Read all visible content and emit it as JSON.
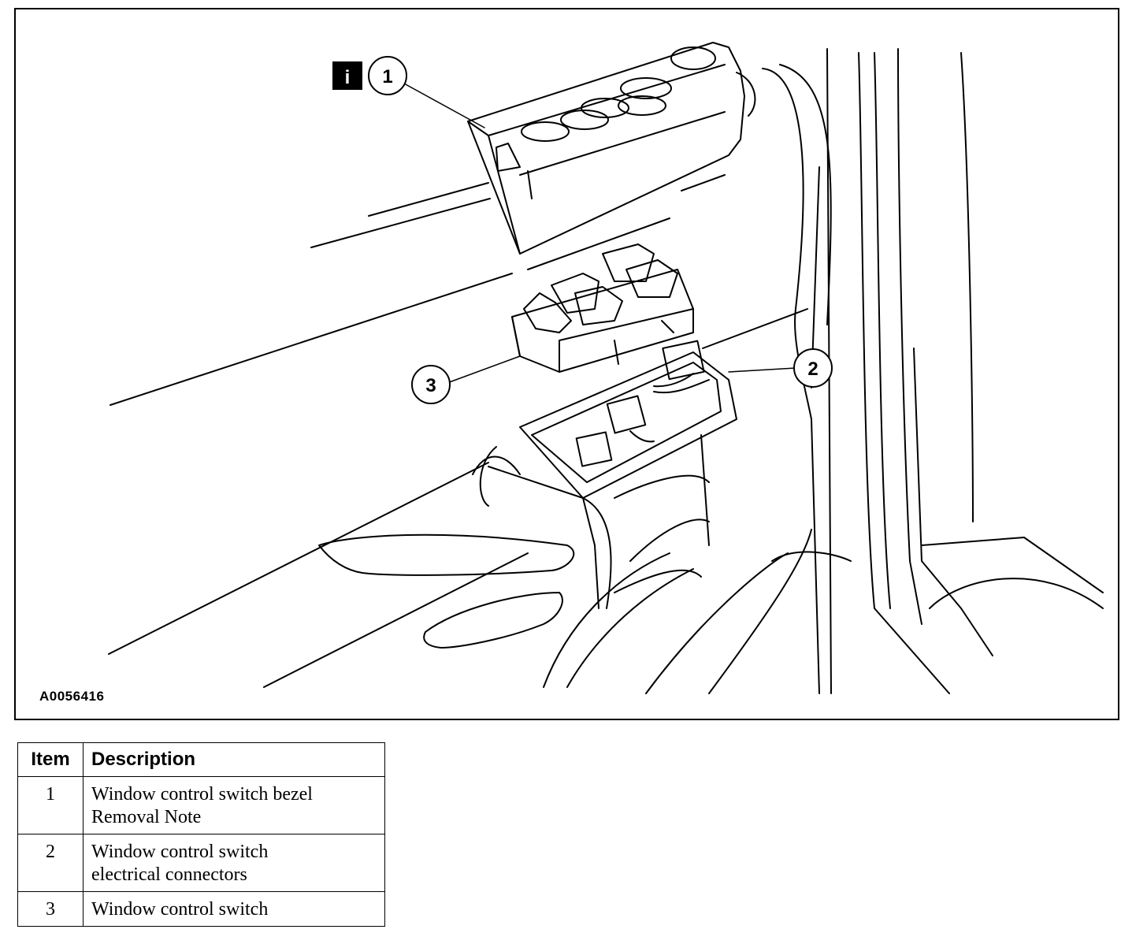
{
  "figure": {
    "id": "A0056416",
    "info_badge": "i",
    "callouts": [
      "1",
      "2",
      "3"
    ]
  },
  "legend": {
    "headers": {
      "item": "Item",
      "description": "Description"
    },
    "rows": [
      {
        "item": "1",
        "lines": [
          "Window control switch bezel",
          "Removal Note"
        ]
      },
      {
        "item": "2",
        "lines": [
          "Window control switch",
          "electrical connectors"
        ]
      },
      {
        "item": "3",
        "lines": [
          "Window control switch"
        ]
      }
    ]
  }
}
